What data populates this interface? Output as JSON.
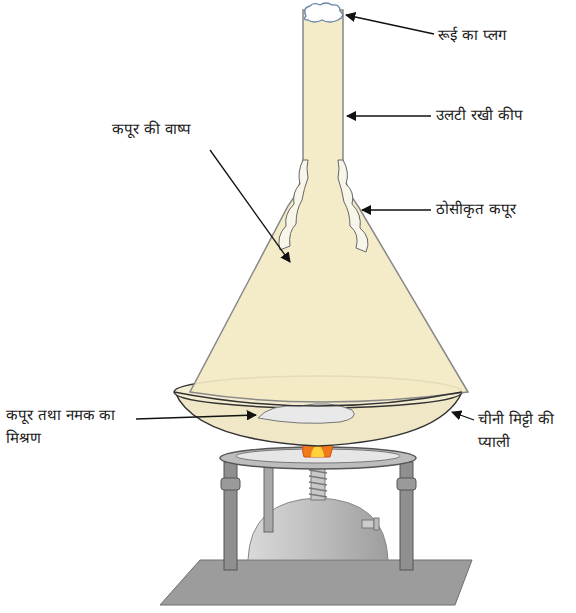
{
  "diagram": {
    "labels": [
      "रूई का प्लग",
      "उलटी रखी कीप",
      "कपूर की वाष्प",
      "ठोसीकृत कपूर",
      "कपूर तथा नमक का मिश्रण",
      "चीनी मिट्टी की प्याली"
    ]
  }
}
